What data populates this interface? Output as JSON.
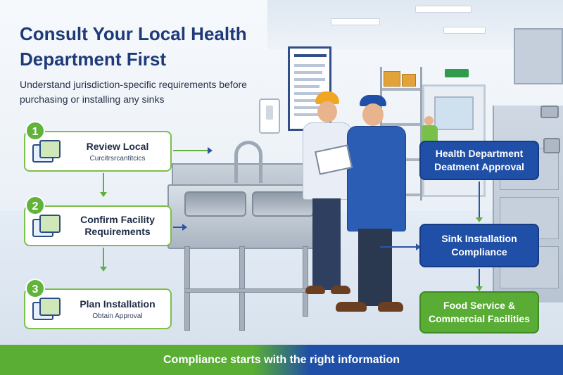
{
  "title": "Consult Your Local Health Department First",
  "subtitle": "Understand jurisdiction-specific requirements before purchasing or installing any sinks",
  "steps": [
    {
      "number": "1",
      "label": "Review Local",
      "sub": "Curcitrsrcantitcics",
      "icon": "documents-icon"
    },
    {
      "number": "2",
      "label": "Confirm Facility Requirements",
      "sub": "",
      "icon": "folders-icon"
    },
    {
      "number": "3",
      "label": "Plan Installation",
      "sub": "Obtain Approval",
      "icon": "printer-icon"
    }
  ],
  "right_boxes": [
    {
      "label": "Health Department Deatment Approval",
      "color": "#1f4fa6"
    },
    {
      "label": "Sink Installation Compliance",
      "color": "#1f4fa6"
    },
    {
      "label": "Food Service & Commercial Facilities",
      "color": "#59ad35"
    }
  ],
  "footer": "Compliance starts with the right information",
  "colors": {
    "title": "#1e3a78",
    "green": "#59ad35",
    "blue": "#1f4fa6"
  }
}
